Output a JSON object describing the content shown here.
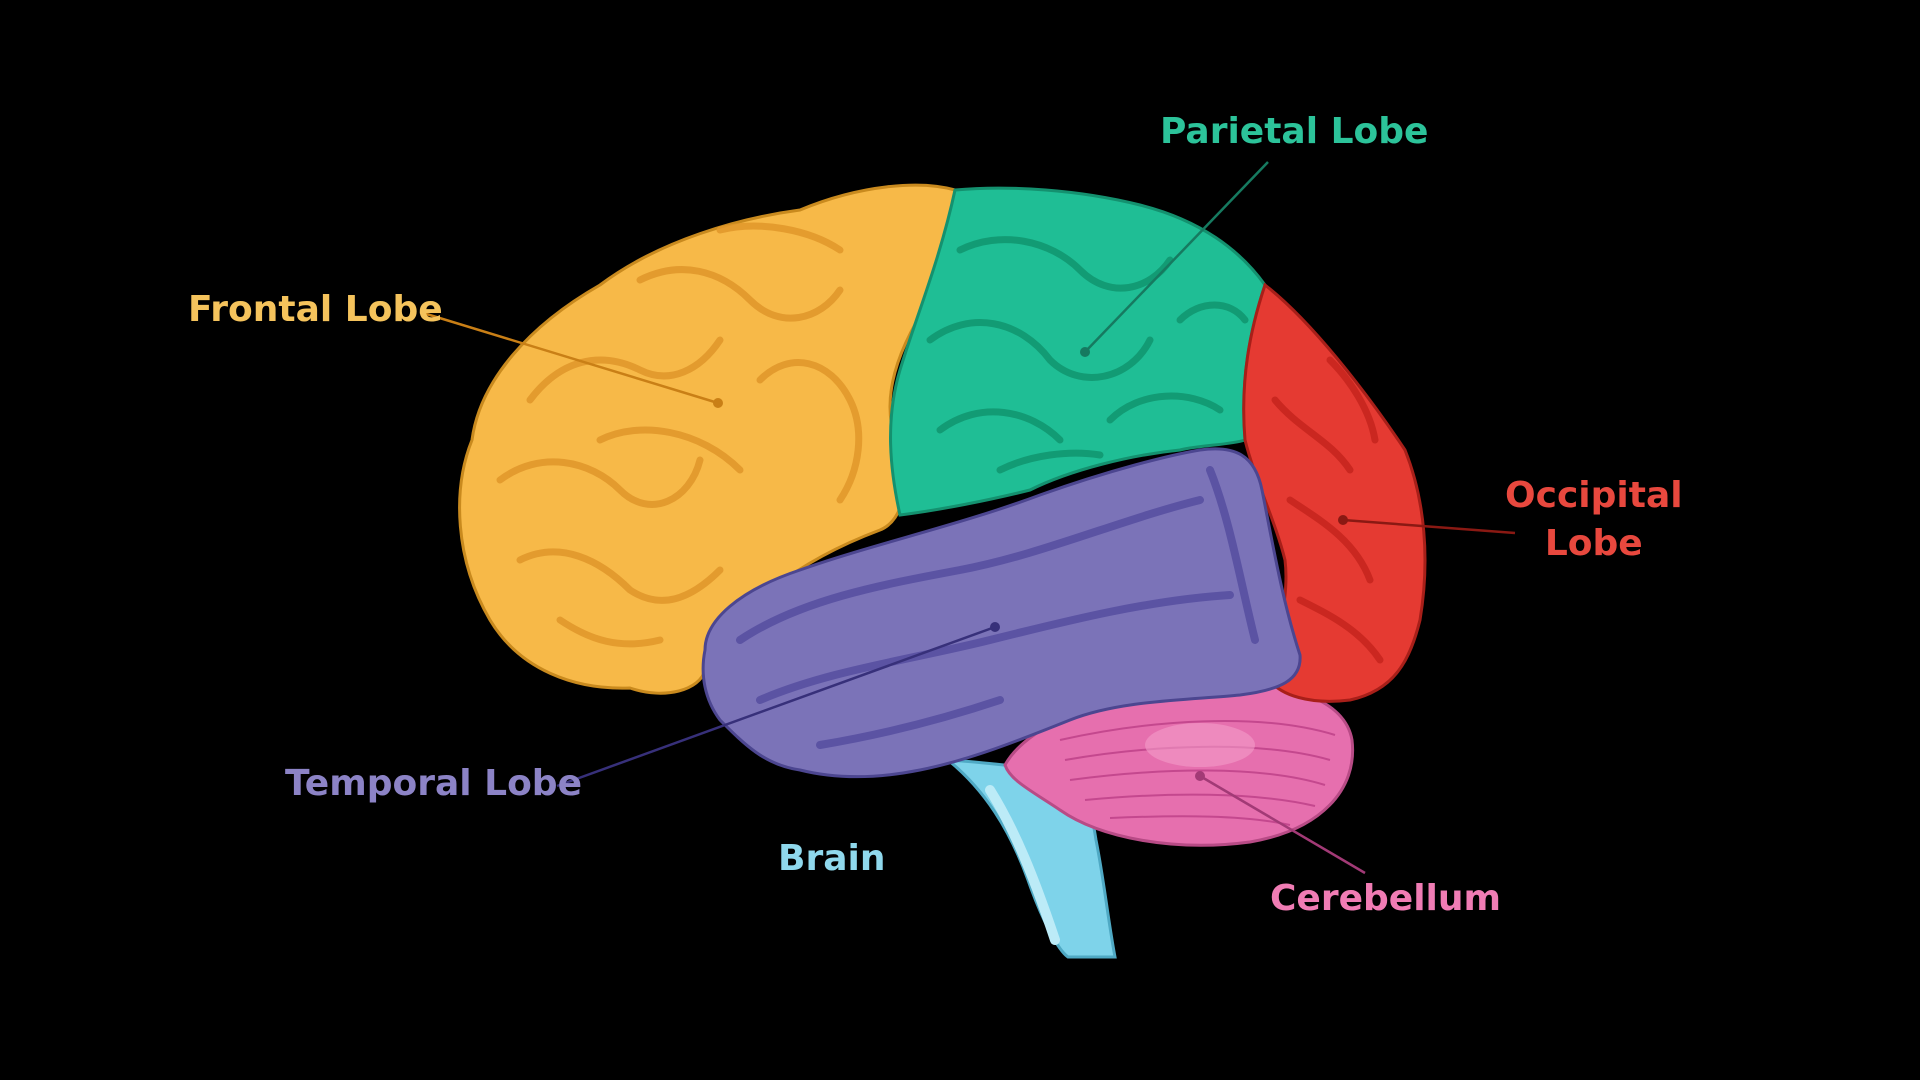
{
  "labels": {
    "parietal": "Parietal Lobe",
    "frontal": "Frontal Lobe",
    "occipital_line1": "Occipital",
    "occipital_line2": "Lobe",
    "temporal": "Temporal Lobe",
    "brain": "Brain",
    "cerebellum": "Cerebellum"
  },
  "colors": {
    "background": "#000000",
    "frontal": "#F7B948",
    "frontal_text": "#F5C35C",
    "parietal": "#1FBE95",
    "parietal_text": "#2CC39A",
    "occipital": "#E53A32",
    "occipital_text": "#E8483E",
    "temporal": "#7B73B8",
    "temporal_text": "#8C83C6",
    "cerebellum": "#E66FAE",
    "cerebellum_text": "#F07CB4",
    "brainstem": "#7ED3EA",
    "brainstem_text": "#8FD8EC"
  }
}
